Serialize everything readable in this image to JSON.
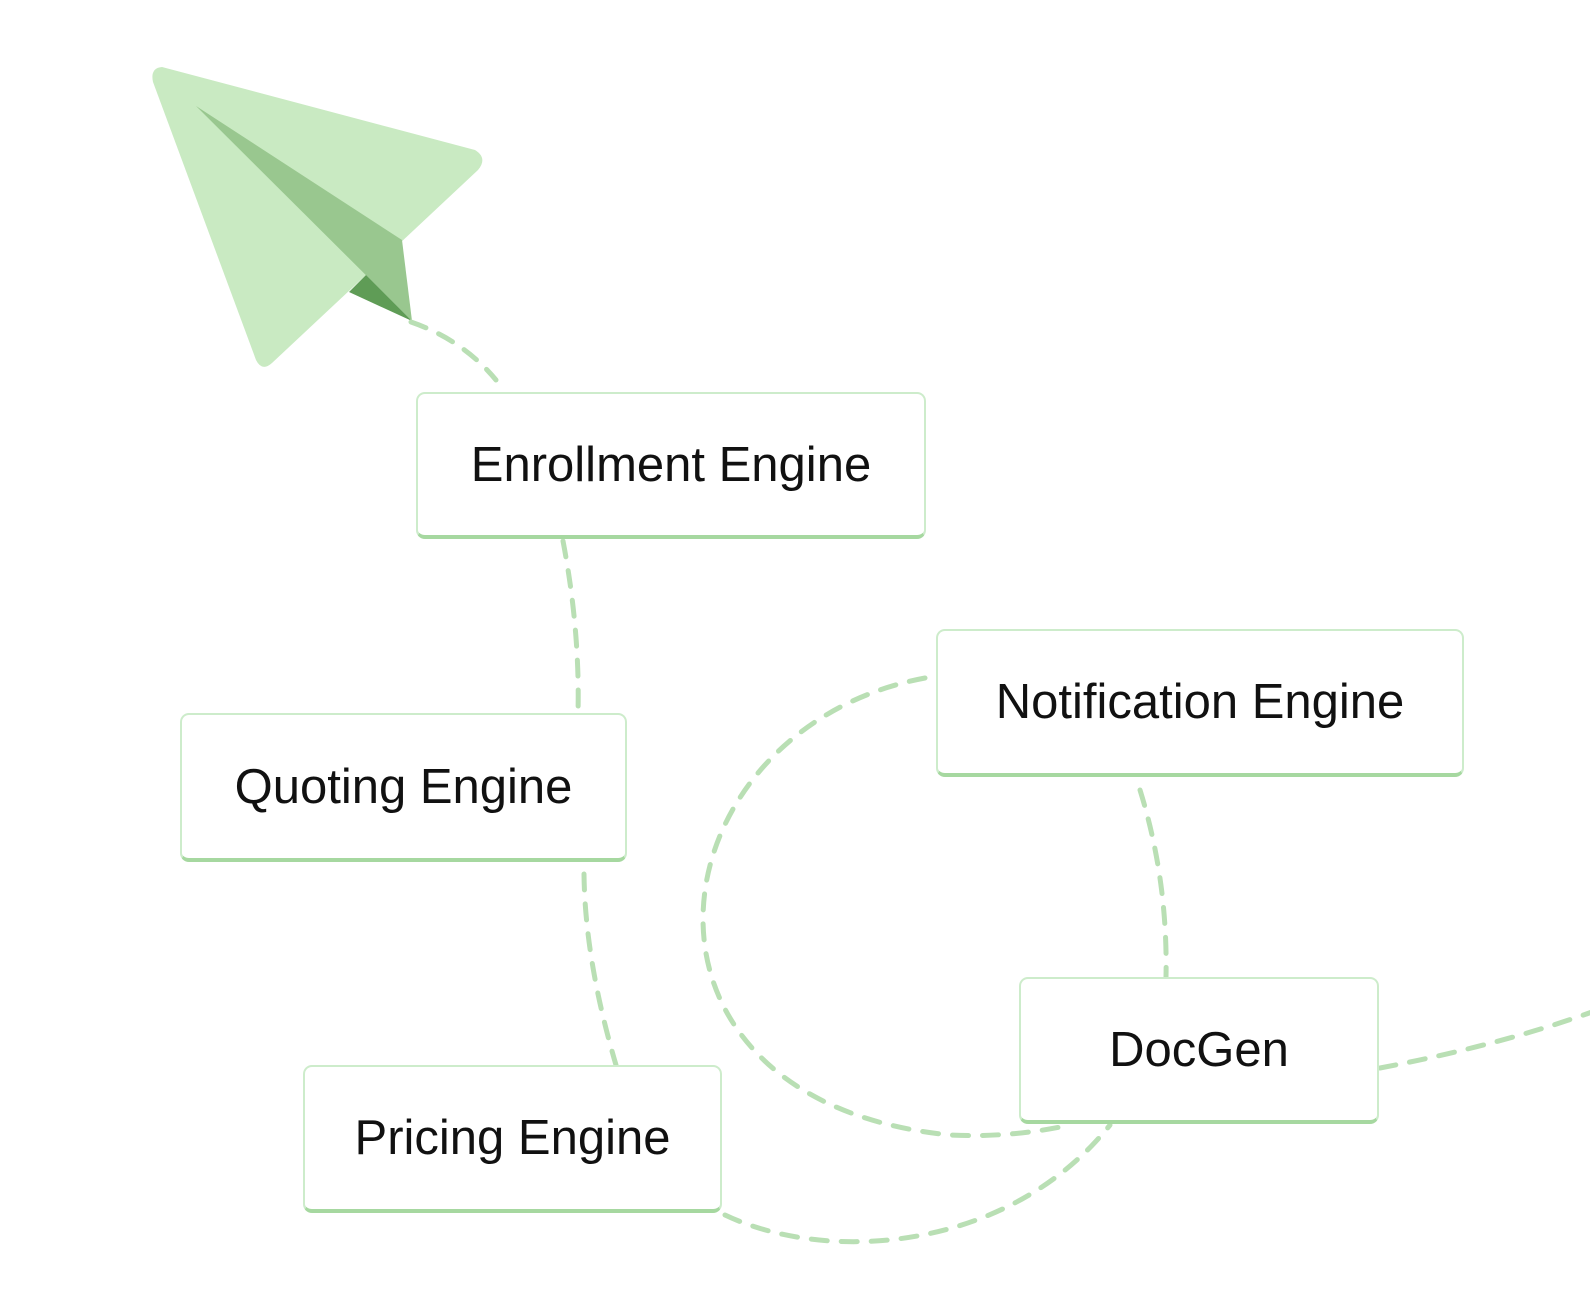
{
  "diagram": {
    "nodes": [
      {
        "id": "enrollment",
        "label": "Enrollment Engine"
      },
      {
        "id": "quoting",
        "label": "Quoting Engine"
      },
      {
        "id": "notification",
        "label": "Notification Engine"
      },
      {
        "id": "docgen",
        "label": "DocGen"
      },
      {
        "id": "pricing",
        "label": "Pricing Engine"
      }
    ],
    "edges": [
      {
        "from": "enrollment",
        "to": "paper-plane"
      },
      {
        "from": "quoting",
        "to": "enrollment"
      },
      {
        "from": "pricing",
        "to": "quoting"
      },
      {
        "from": "docgen",
        "to": "notification"
      },
      {
        "from": "notification",
        "to": "docgen"
      },
      {
        "from": "pricing",
        "to": "docgen"
      },
      {
        "from": "docgen",
        "to": "offscreen"
      }
    ],
    "icon": "paper-plane-icon",
    "colors": {
      "connector": "#b9dfb4",
      "plane_light": "#c9eac2",
      "plane_mid": "#99c78f",
      "plane_dark": "#5f9c56",
      "node_border": "#cdeccb",
      "node_shadow": "#a6d8a0",
      "text": "#111111"
    }
  }
}
